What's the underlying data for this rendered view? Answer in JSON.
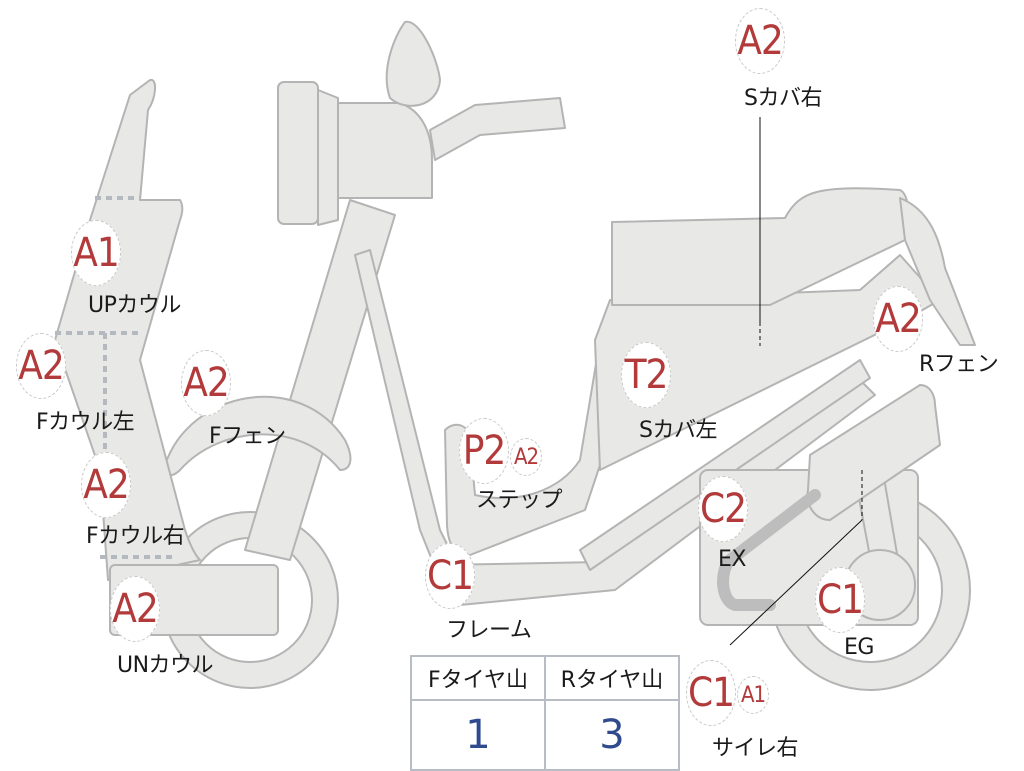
{
  "colors": {
    "part_fill": "#e8e8e6",
    "part_stroke": "#b4b4b4",
    "grade_text": "#b33a3a",
    "tire_value_text": "#2f4a8f",
    "exhaust": "#bdbdbd"
  },
  "parts": [
    {
      "id": "up-cowl",
      "grade": "A1",
      "label": "UPカウル"
    },
    {
      "id": "f-cowl-left",
      "grade": "A2",
      "label": "Fカウル左"
    },
    {
      "id": "f-fender",
      "grade": "A2",
      "label": "Fフェン"
    },
    {
      "id": "f-cowl-right",
      "grade": "A2",
      "label": "Fカウル右"
    },
    {
      "id": "under-cowl",
      "grade": "A2",
      "label": "UNカウル"
    },
    {
      "id": "step",
      "grade": "P2",
      "grade2": "A2",
      "label": "ステップ"
    },
    {
      "id": "frame",
      "grade": "C1",
      "label": "フレーム"
    },
    {
      "id": "s-cover-left",
      "grade": "T2",
      "label": "Sカバ左"
    },
    {
      "id": "s-cover-right",
      "grade": "A2",
      "label": "Sカバ右"
    },
    {
      "id": "r-fender",
      "grade": "A2",
      "label": "Rフェン"
    },
    {
      "id": "exhaust",
      "grade": "C2",
      "label": "EX"
    },
    {
      "id": "engine",
      "grade": "C1",
      "label": "EG"
    },
    {
      "id": "muffler-right",
      "grade": "C1",
      "grade2": "A1",
      "label": "サイレ右"
    }
  ],
  "tire_table": {
    "headers": [
      "Fタイヤ山",
      "Rタイヤ山"
    ],
    "values": [
      "1",
      "3"
    ]
  }
}
